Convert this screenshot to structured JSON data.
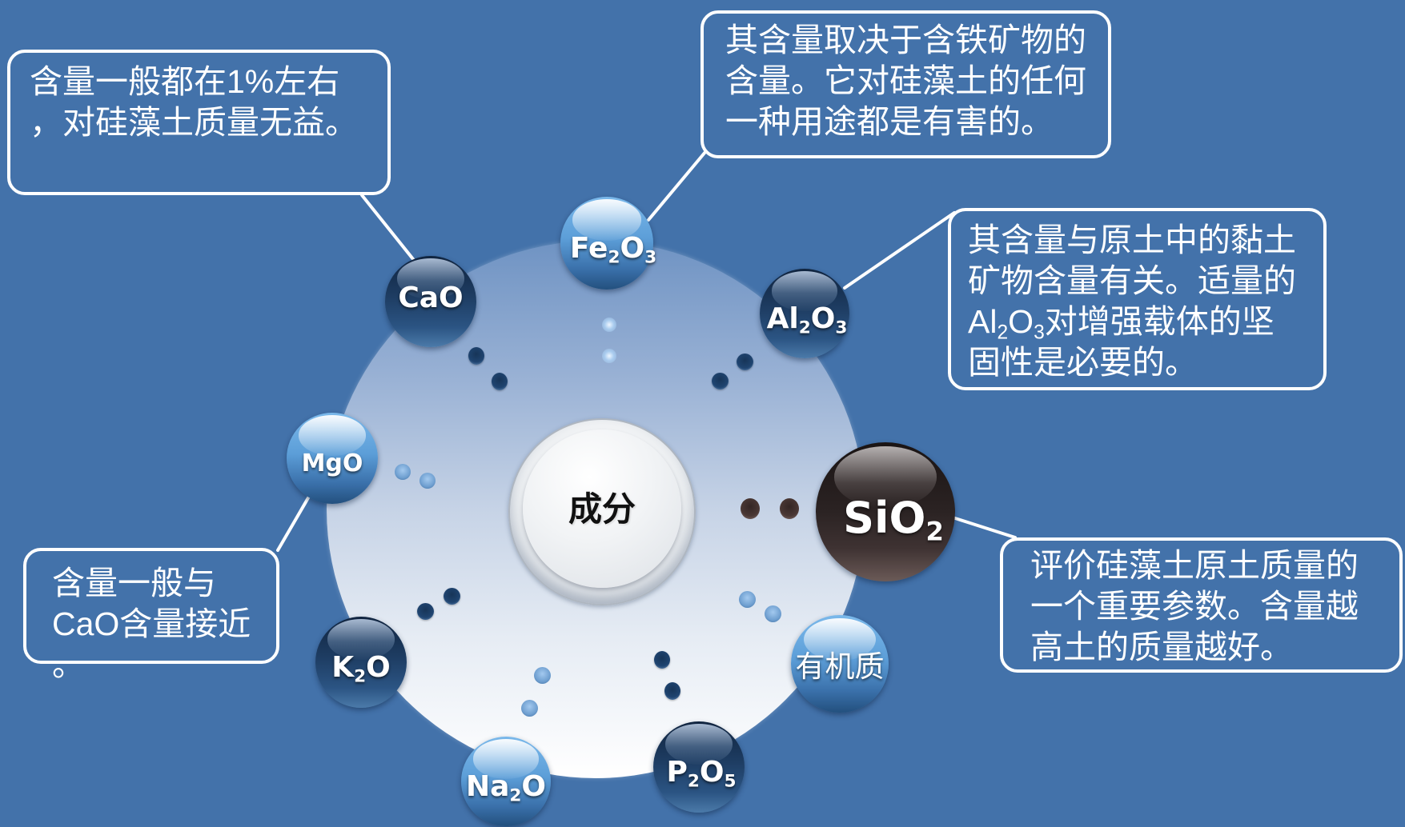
{
  "colors": {
    "background": "#4372AA",
    "outline": "#FFFFFF",
    "text": "#FFFFFF",
    "sphere_dark": "#1E3D63",
    "sphere_light": "#5C9ED8",
    "sphere_sio2": "#2B2323"
  },
  "center": {
    "label": "成分"
  },
  "spheres": {
    "fe2o3": [
      "Fe",
      "2",
      "O",
      "3"
    ],
    "cao": [
      "CaO"
    ],
    "al2o3": [
      "Al",
      "2",
      "O",
      "3"
    ],
    "mgo": [
      "MgO"
    ],
    "sio2": [
      "SiO",
      "2"
    ],
    "organic": [
      "有机质"
    ],
    "k2o": [
      "K",
      "2",
      "O"
    ],
    "na2o": [
      "Na",
      "2",
      "O"
    ],
    "p2o5": [
      "P",
      "2",
      "O",
      "5"
    ]
  },
  "callouts": {
    "cao": [
      "含量一般都在1%左右",
      "，对硅藻土质量无益。"
    ],
    "fe2o3": [
      "其含量取决于含铁矿物的",
      "含量。它对硅藻土的任何",
      "一种用途都是有害的。"
    ],
    "al2o3": [
      [
        "其含量与原土中的黏土"
      ],
      [
        "矿物含量有关。适量的"
      ],
      [
        "Al",
        "2",
        "O",
        "3",
        "对增强载体的坚"
      ],
      [
        "固性是必要的。"
      ]
    ],
    "sio2": [
      "评价硅藻土原土质量的",
      "一个重要参数。含量越",
      "高土的质量越好。"
    ],
    "mgo": [
      "含量一般与",
      "CaO含量接近",
      "。"
    ]
  }
}
